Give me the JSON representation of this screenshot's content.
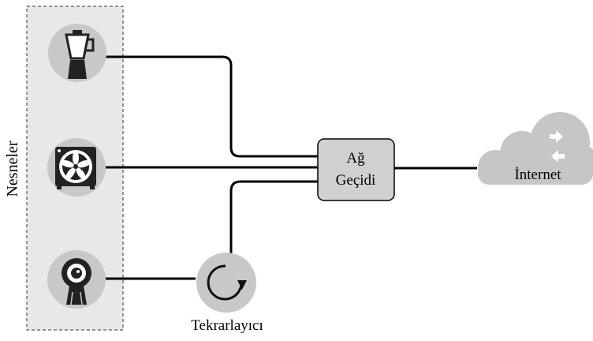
{
  "objects_group": {
    "label": "Nesneler",
    "items": [
      {
        "name": "blender",
        "icon": "blender-icon"
      },
      {
        "name": "fan",
        "icon": "fan-icon"
      },
      {
        "name": "webcam",
        "icon": "webcam-icon"
      }
    ]
  },
  "gateway": {
    "line1": "Ağ",
    "line2": "Geçidi"
  },
  "repeater": {
    "label": "Tekrarlayıcı",
    "icon": "rotate-arrow-icon"
  },
  "internet": {
    "label": "İnternet",
    "icon": "cloud-icon"
  },
  "colors": {
    "panel_fill": "#e6e6e6",
    "icon_circle": "#c8c8c8",
    "gateway_fill": "#d0d0d0",
    "cloud_fill": "#c6c6c6",
    "line": "#000000"
  }
}
